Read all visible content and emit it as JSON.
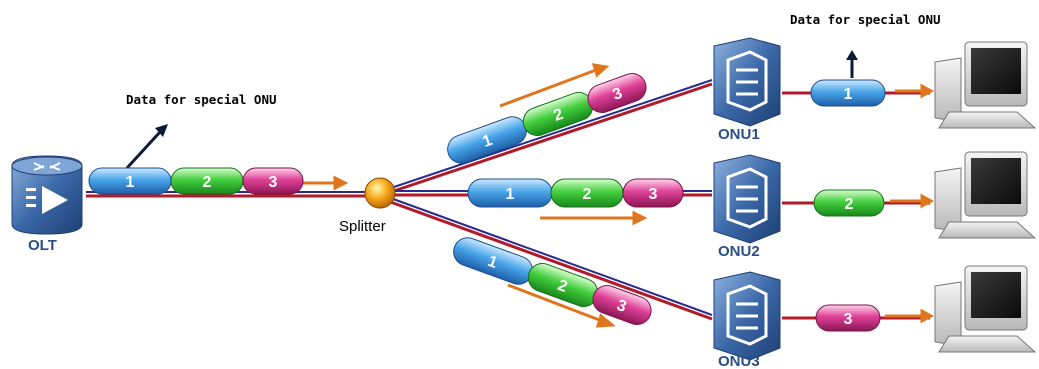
{
  "annotations": {
    "left": "Data for special ONU",
    "right": "Data for special ONU"
  },
  "olt": {
    "label": "OLT"
  },
  "splitter": {
    "label": "Splitter"
  },
  "onus": [
    {
      "label": "ONU1"
    },
    {
      "label": "ONU2"
    },
    {
      "label": "ONU3"
    }
  ],
  "packets": {
    "olt_stream": [
      "1",
      "2",
      "3"
    ],
    "branch1": [
      "1",
      "2",
      "3"
    ],
    "branch2": [
      "1",
      "2",
      "3"
    ],
    "branch3": [
      "1",
      "2",
      "3"
    ],
    "onu1_out": "1",
    "onu2_out": "2",
    "onu3_out": "3"
  },
  "colors": {
    "fiber": "#b01a2a",
    "fiber_blue": "#2b2b8f",
    "arrow": "#e0761c",
    "packet1": "#3d9be0",
    "packet2": "#3cc83c",
    "packet3": "#d83a8c",
    "device": "#2f5a98"
  }
}
